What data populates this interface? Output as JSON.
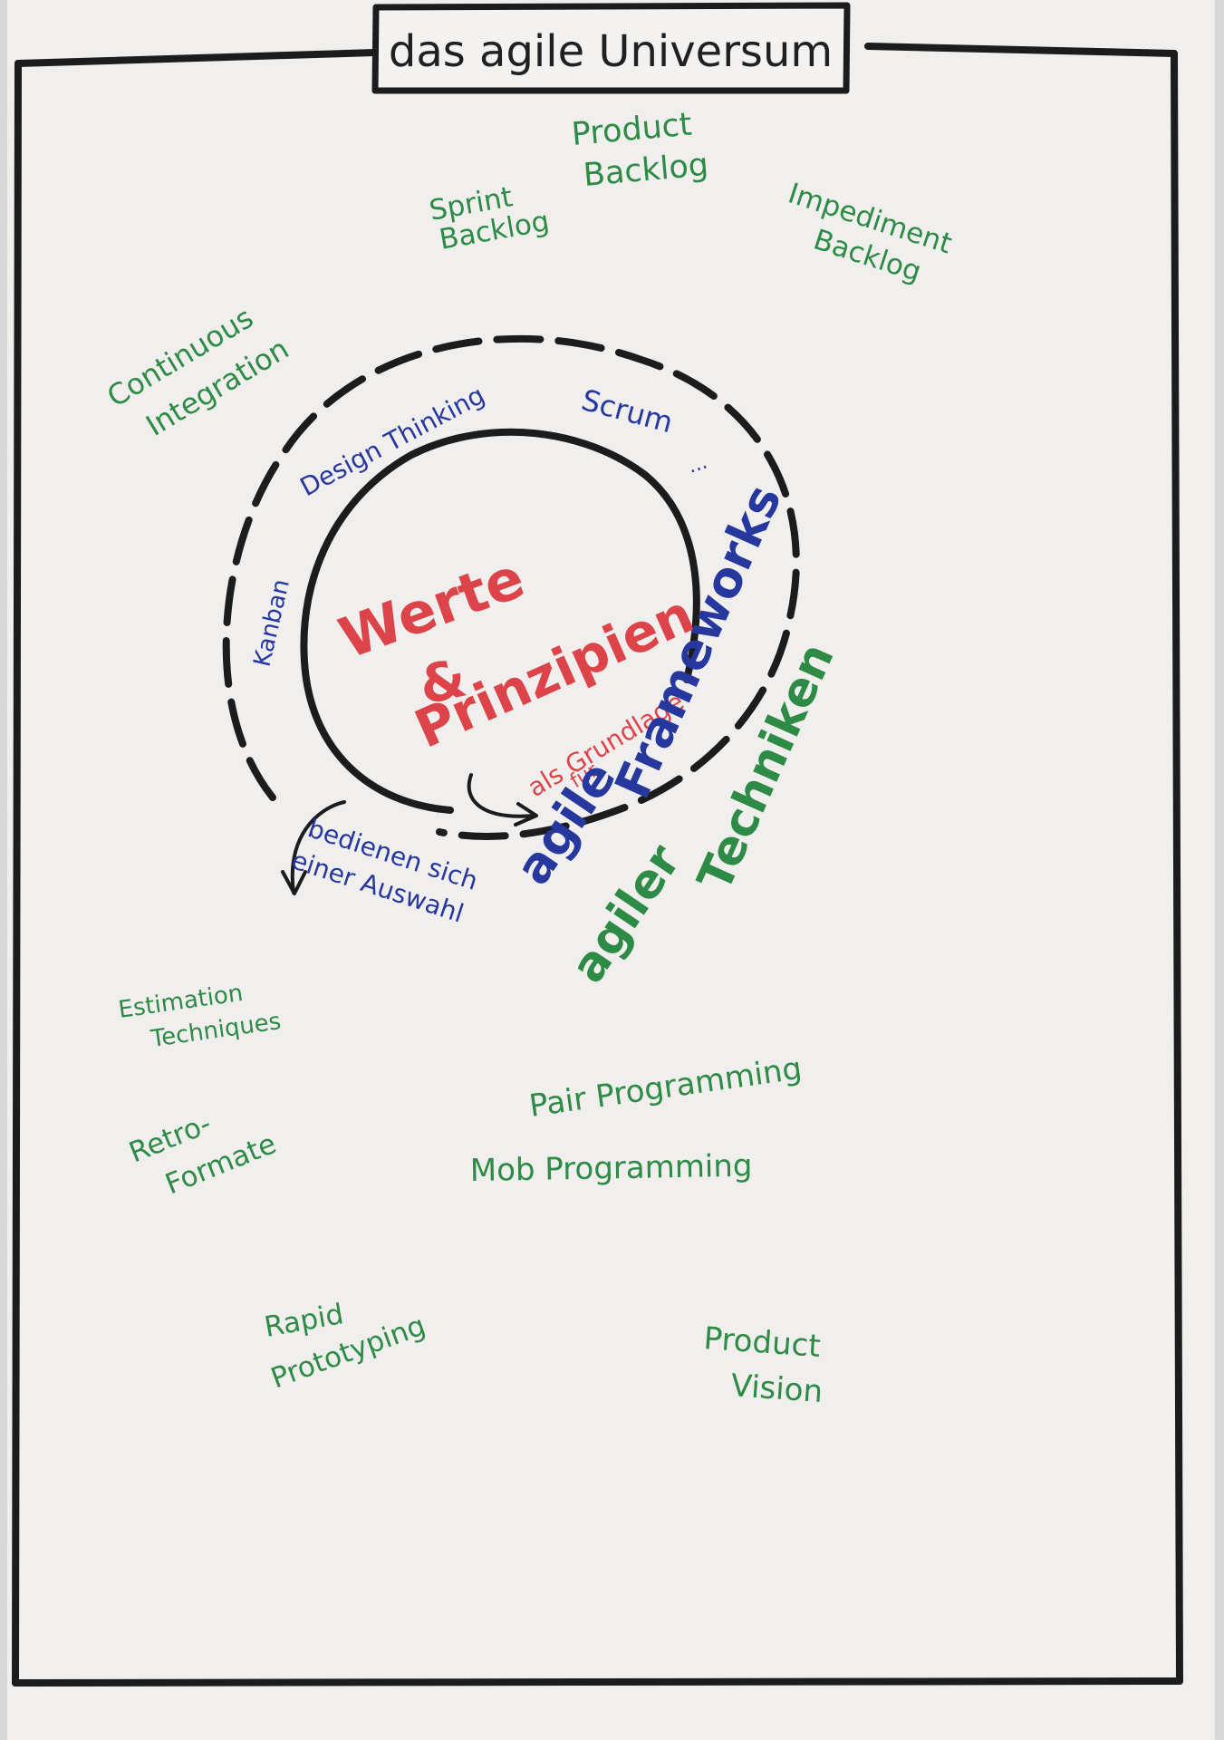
{
  "title": "das agile Universum",
  "center": {
    "line1": "Werte",
    "line2": "&",
    "line3": "Prinzipien"
  },
  "relations": {
    "foundation_line1": "als Grundlage",
    "foundation_line2": "für",
    "selection_line1": "bedienen sich",
    "selection_line2": "einer Auswahl"
  },
  "frameworks": {
    "label_line1": "agile",
    "label_line2": "Frameworks",
    "items": [
      "Design Thinking",
      "Scrum",
      "Kanban",
      "..."
    ]
  },
  "techniques": {
    "label_line1": "agiler",
    "label_line2": "Techniken",
    "items": [
      "Sprint",
      "Backlog",
      "Product",
      "Backlog",
      "Impediment",
      "Backlog",
      "Continuous",
      "Integration",
      "Estimation",
      "Techniques",
      "Retro-",
      "Formate",
      "Pair Programming",
      "Mob Programming",
      "Rapid",
      "Prototyping",
      "Product",
      "Vision"
    ]
  },
  "colors": {
    "border": "#1c1c1c",
    "values": "#dd4449",
    "frameworks": "#26379d",
    "techniques": "#2e8b46"
  }
}
